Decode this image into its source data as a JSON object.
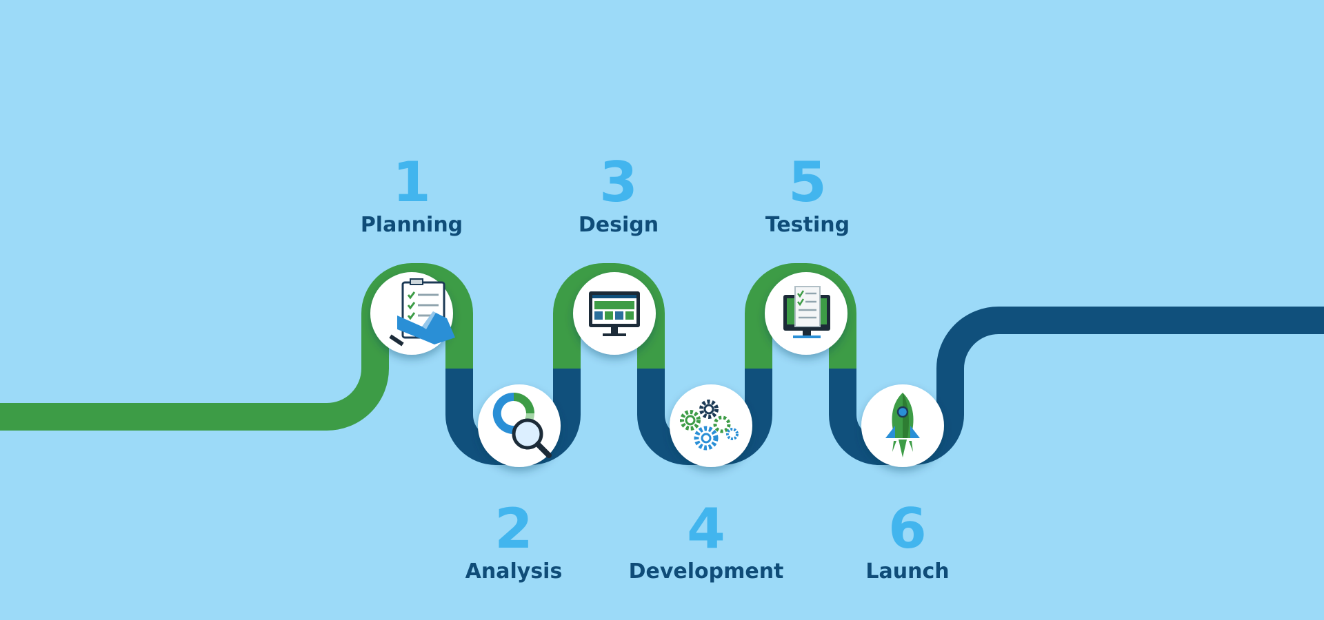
{
  "colors": {
    "background": "#9cdaf8",
    "green": "#3d9c46",
    "navy": "#10507c",
    "number": "#42b5ee",
    "title": "#0f4c78",
    "circle": "#ffffff"
  },
  "steps": [
    {
      "number": "1",
      "title": "Planning",
      "icon": "clipboard-checklist-icon"
    },
    {
      "number": "2",
      "title": "Analysis",
      "icon": "donut-chart-magnifier-icon"
    },
    {
      "number": "3",
      "title": "Design",
      "icon": "monitor-layout-icon"
    },
    {
      "number": "4",
      "title": "Development",
      "icon": "gears-icon"
    },
    {
      "number": "5",
      "title": "Testing",
      "icon": "monitor-checklist-icon"
    },
    {
      "number": "6",
      "title": "Launch",
      "icon": "rocket-icon"
    }
  ]
}
